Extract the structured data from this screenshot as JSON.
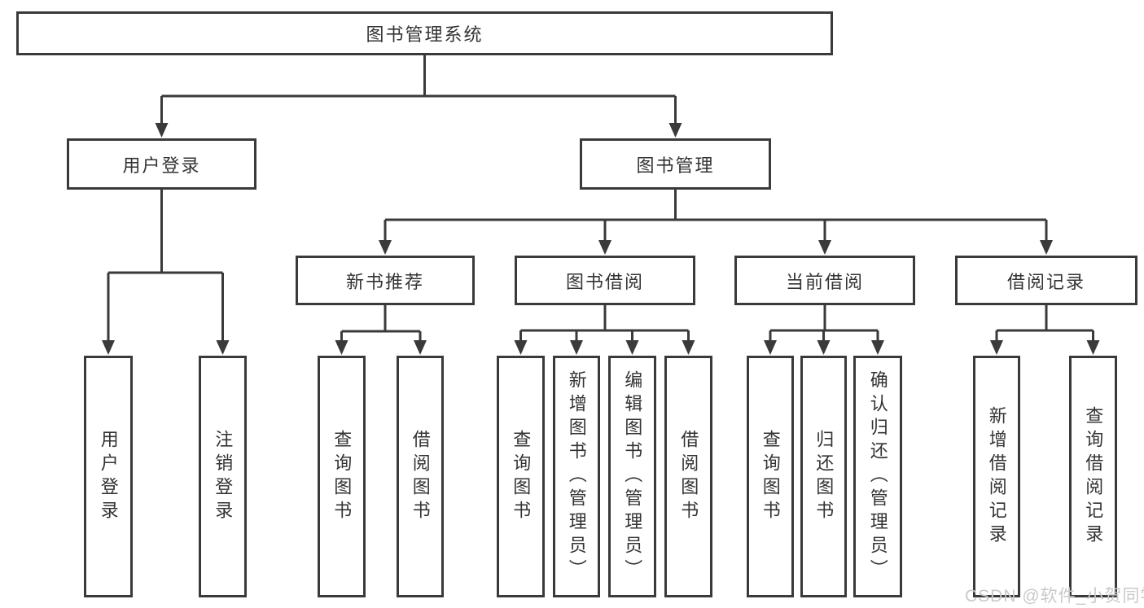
{
  "tree": {
    "label": "图书管理系统",
    "children": [
      {
        "label": "用户登录",
        "children": [
          {
            "label": "用户登录"
          },
          {
            "label": "注销登录"
          }
        ]
      },
      {
        "label": "图书管理",
        "children": [
          {
            "label": "新书推荐",
            "children": [
              {
                "label": "查询图书"
              },
              {
                "label": "借阅图书"
              }
            ]
          },
          {
            "label": "图书借阅",
            "children": [
              {
                "label": "查询图书"
              },
              {
                "label": "新增图书（管理员）"
              },
              {
                "label": "编辑图书（管理员）"
              },
              {
                "label": "借阅图书"
              }
            ]
          },
          {
            "label": "当前借阅",
            "children": [
              {
                "label": "查询图书"
              },
              {
                "label": "归还图书"
              },
              {
                "label": "确认归还（管理员）"
              }
            ]
          },
          {
            "label": "借阅记录",
            "children": [
              {
                "label": "新增借阅记录"
              },
              {
                "label": "查询借阅记录"
              }
            ]
          }
        ]
      }
    ]
  },
  "watermark": "CSDN @软件_小贺同学",
  "colors": {
    "line": "#3a3a3a",
    "text": "#333333",
    "watermark": "#c9c9c9",
    "background": "#ffffff"
  }
}
